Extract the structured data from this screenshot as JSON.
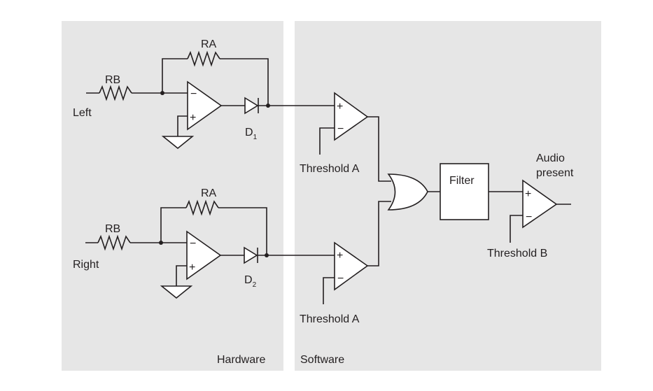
{
  "panels": {
    "hardware_label": "Hardware",
    "software_label": "Software"
  },
  "left_channel": {
    "input_label": "Left",
    "input_resistor": "RB",
    "feedback_resistor": "RA",
    "opamp_inverting": "−",
    "opamp_noninverting": "+",
    "diode": "D",
    "diode_index": "1",
    "comparator_noninverting": "+",
    "comparator_inverting": "−",
    "threshold": "Threshold A"
  },
  "right_channel": {
    "input_label": "Right",
    "input_resistor": "RB",
    "feedback_resistor": "RA",
    "opamp_inverting": "−",
    "opamp_noninverting": "+",
    "diode": "D",
    "diode_index": "2",
    "comparator_noninverting": "+",
    "comparator_inverting": "−",
    "threshold": "Threshold A"
  },
  "filter": {
    "label": "Filter"
  },
  "output": {
    "comparator_noninverting": "+",
    "comparator_inverting": "−",
    "threshold": "Threshold B",
    "label_line1": "Audio",
    "label_line2": "present"
  }
}
